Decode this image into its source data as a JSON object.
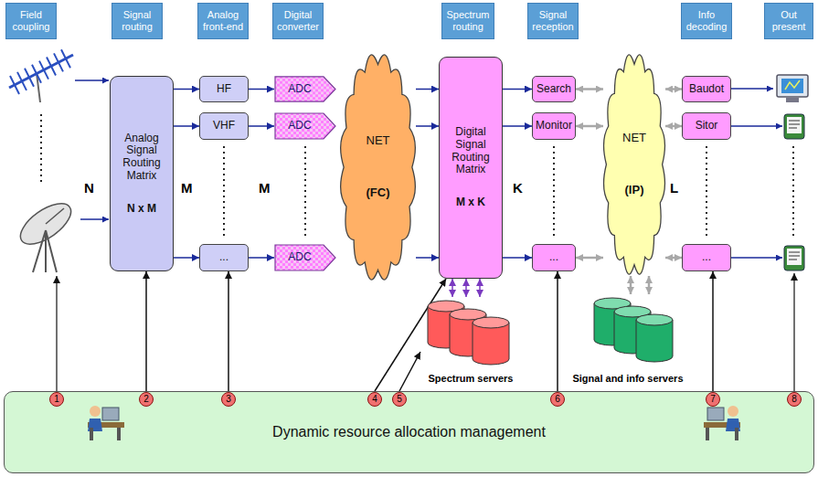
{
  "diagram": {
    "nodes": [
      {
        "text": [
          "Field coupling"
        ]
      },
      {
        "text": [
          "Signal routing"
        ]
      },
      {
        "text": [
          "Analog front-end"
        ]
      },
      {
        "text": [
          "Digital converter"
        ]
      },
      {
        "text": [
          "Spectrum routing"
        ]
      },
      {
        "text": [
          "Signal reception"
        ]
      },
      {
        "text": [
          "Info decoding"
        ]
      },
      {
        "text": [
          "Out present"
        ]
      },
      {
        "text": [
          "Analog Signal Routing Matrix",
          "N x M"
        ]
      },
      {
        "text": [
          "HF"
        ]
      },
      {
        "text": [
          "VHF"
        ]
      },
      {
        "text": [
          "..."
        ]
      },
      {
        "text": [
          "ADC"
        ]
      },
      {
        "text": [
          "ADC"
        ]
      },
      {
        "text": [
          "ADC"
        ]
      },
      {
        "text": [
          "NET",
          "(FC)"
        ]
      },
      {
        "text": [
          "Digital Signal Routing Matrix",
          "M x K"
        ]
      },
      {
        "text": [
          "Search"
        ]
      },
      {
        "text": [
          "Monitor"
        ]
      },
      {
        "text": [
          "..."
        ]
      },
      {
        "text": [
          "NET",
          "(IP)"
        ]
      },
      {
        "text": [
          "Baudot"
        ]
      },
      {
        "text": [
          "Sitor"
        ]
      },
      {
        "text": [
          "..."
        ]
      },
      {
        "text": [
          "Spectrum servers"
        ]
      },
      {
        "text": [
          "Signal and info servers"
        ]
      },
      {
        "text": [
          "Dynamic resource allocation management"
        ]
      }
    ],
    "edges": [
      {
        "from": 8,
        "to": 9,
        "arrow": "to"
      },
      {
        "from": 8,
        "to": 10,
        "arrow": "to"
      },
      {
        "from": 8,
        "to": 11,
        "arrow": "to"
      },
      {
        "from": 9,
        "to": 12,
        "arrow": "to"
      },
      {
        "from": 10,
        "to": 13,
        "arrow": "to"
      },
      {
        "from": 11,
        "to": 14,
        "arrow": "to"
      },
      {
        "from": 15,
        "to": 16,
        "arrow": "to"
      },
      {
        "from": 15,
        "to": 16,
        "arrow": "to"
      },
      {
        "from": 15,
        "to": 16,
        "arrow": "to"
      },
      {
        "from": 16,
        "to": 17,
        "arrow": "to"
      },
      {
        "from": 16,
        "to": 18,
        "arrow": "to"
      },
      {
        "from": 16,
        "to": 19,
        "arrow": "to"
      },
      {
        "from": 16,
        "to": 24,
        "arrow": "both"
      },
      {
        "from": 16,
        "to": 24,
        "arrow": "both"
      },
      {
        "from": 16,
        "to": 24,
        "arrow": "both"
      },
      {
        "from": 17,
        "to": 20,
        "arrow": "both"
      },
      {
        "from": 18,
        "to": 20,
        "arrow": "both"
      },
      {
        "from": 19,
        "to": 20,
        "arrow": "both"
      },
      {
        "from": 20,
        "to": 21,
        "arrow": "both"
      },
      {
        "from": 20,
        "to": 22,
        "arrow": "both"
      },
      {
        "from": 20,
        "to": 23,
        "arrow": "both"
      },
      {
        "from": 20,
        "to": 25,
        "arrow": "both"
      },
      {
        "from": 20,
        "to": 25,
        "arrow": "both"
      },
      {
        "from": 26,
        "to": 8,
        "arrow": "to"
      },
      {
        "from": 26,
        "to": 11,
        "arrow": "to"
      },
      {
        "from": 26,
        "to": 16,
        "arrow": "to"
      },
      {
        "from": 26,
        "to": 24,
        "arrow": "to"
      },
      {
        "from": 26,
        "to": 19,
        "arrow": "to"
      },
      {
        "from": 26,
        "to": 23,
        "arrow": "to"
      }
    ],
    "labels": [
      "N",
      "M",
      "M",
      "K",
      "L",
      "1",
      "2",
      "3",
      "4",
      "5",
      "6",
      "7",
      "8"
    ]
  }
}
